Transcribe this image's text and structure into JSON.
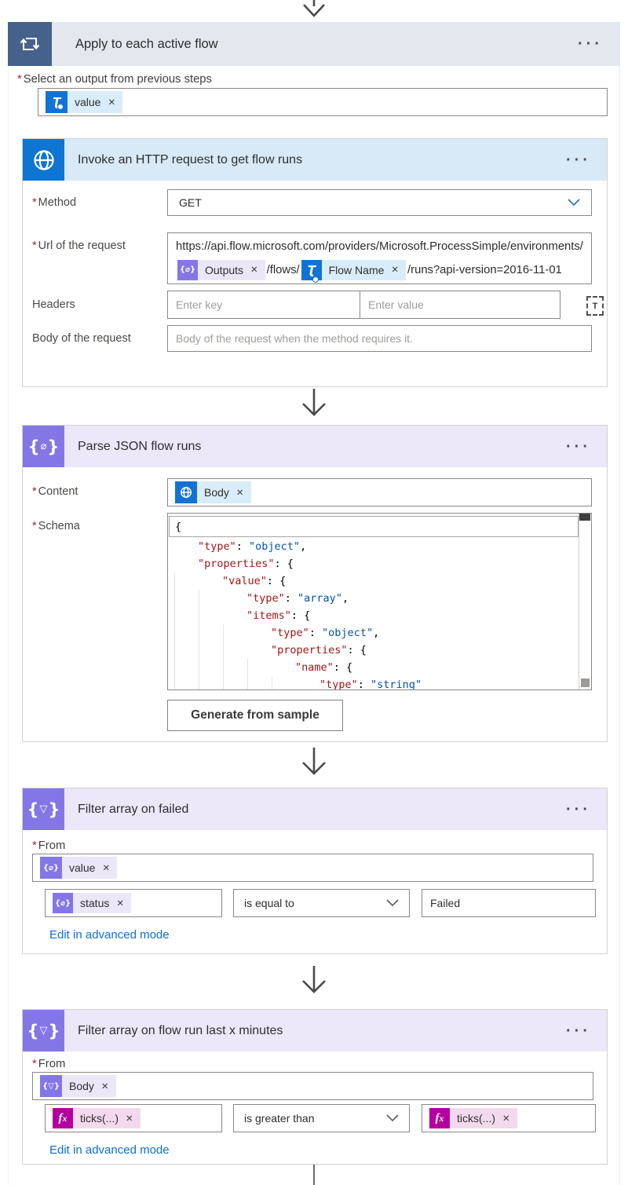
{
  "ui": {
    "menu_glyph": "···",
    "remove_glyph": "✕"
  },
  "colors": {
    "apply_header_blue": "#45618c",
    "http_blue": "#0f75d3",
    "data_purple": "#8576e8",
    "fx_magenta": "#b4009e",
    "link_blue": "#0b6fd0",
    "required_red": "#a4262c",
    "token_blue_bg": "#d9ecf9",
    "token_purple_bg": "#ece6f9",
    "token_pink_bg": "#f3d9ee",
    "http_header_bg": "#d8e9f8",
    "purple_header_bg": "#ece8fa",
    "apply_header_bg": "#e3e8ef"
  },
  "apply_card": {
    "title": "Apply to each active flow",
    "output_label": "Select an output from previous steps",
    "token_label": "value"
  },
  "http_card": {
    "title": "Invoke an HTTP request to get flow runs",
    "method_label": "Method",
    "method_value": "GET",
    "url_label": "Url of the request",
    "url_parts": [
      {
        "t": "text",
        "text": "https://api.flow.microsoft.com/providers/Microsoft.ProcessSimple/environments/"
      },
      {
        "t": "token",
        "style": "purple",
        "icon": "braces-icon",
        "label": "Outputs"
      },
      {
        "t": "text",
        "text": "/flows/"
      },
      {
        "t": "token",
        "style": "blue",
        "icon": "flow-lock-icon",
        "label": "Flow Name"
      },
      {
        "t": "text",
        "text": "/runs?api-version=2016-11-01"
      }
    ],
    "headers_label": "Headers",
    "header_key_placeholder": "Enter key",
    "header_value_placeholder": "Enter value",
    "body_label": "Body of the request",
    "body_placeholder": "Body of the request when the method requires it."
  },
  "parse_card": {
    "title": "Parse JSON flow runs",
    "content_label": "Content",
    "content_token_label": "Body",
    "schema_label": "Schema",
    "schema_lines": [
      {
        "level": 0,
        "boxed": true,
        "parts": [
          [
            "p",
            "{"
          ]
        ]
      },
      {
        "level": 1,
        "boxed": false,
        "parts": [
          [
            "k",
            "\"type\""
          ],
          [
            "p",
            ": "
          ],
          [
            "v",
            "\"object\""
          ],
          [
            "p",
            ","
          ]
        ]
      },
      {
        "level": 1,
        "boxed": false,
        "parts": [
          [
            "k",
            "\"properties\""
          ],
          [
            "p",
            ": {"
          ]
        ]
      },
      {
        "level": 2,
        "boxed": false,
        "parts": [
          [
            "k",
            "\"value\""
          ],
          [
            "p",
            ": {"
          ]
        ]
      },
      {
        "level": 3,
        "boxed": false,
        "parts": [
          [
            "k",
            "\"type\""
          ],
          [
            "p",
            ": "
          ],
          [
            "v",
            "\"array\""
          ],
          [
            "p",
            ","
          ]
        ]
      },
      {
        "level": 3,
        "boxed": false,
        "parts": [
          [
            "k",
            "\"items\""
          ],
          [
            "p",
            ": {"
          ]
        ]
      },
      {
        "level": 4,
        "boxed": false,
        "parts": [
          [
            "k",
            "\"type\""
          ],
          [
            "p",
            ": "
          ],
          [
            "v",
            "\"object\""
          ],
          [
            "p",
            ","
          ]
        ]
      },
      {
        "level": 4,
        "boxed": false,
        "parts": [
          [
            "k",
            "\"properties\""
          ],
          [
            "p",
            ": {"
          ]
        ]
      },
      {
        "level": 5,
        "boxed": false,
        "parts": [
          [
            "k",
            "\"name\""
          ],
          [
            "p",
            ": {"
          ]
        ]
      },
      {
        "level": 6,
        "boxed": false,
        "parts": [
          [
            "k",
            "\"type\""
          ],
          [
            "p",
            ": "
          ],
          [
            "v",
            "\"string\""
          ]
        ]
      }
    ],
    "generate_button": "Generate from sample"
  },
  "filter_failed_card": {
    "title": "Filter array on failed",
    "from_label": "From",
    "from_token_label": "value",
    "left_token_label": "status",
    "operator": "is equal to",
    "right_value": "Failed",
    "advanced_link": "Edit in advanced mode"
  },
  "filter_minutes_card": {
    "title": "Filter array on flow run last x minutes",
    "from_label": "From",
    "from_token_label": "Body",
    "left_token_label": "ticks(...)",
    "operator": "is greater than",
    "right_token_label": "ticks(...)",
    "advanced_link": "Edit in advanced mode"
  }
}
